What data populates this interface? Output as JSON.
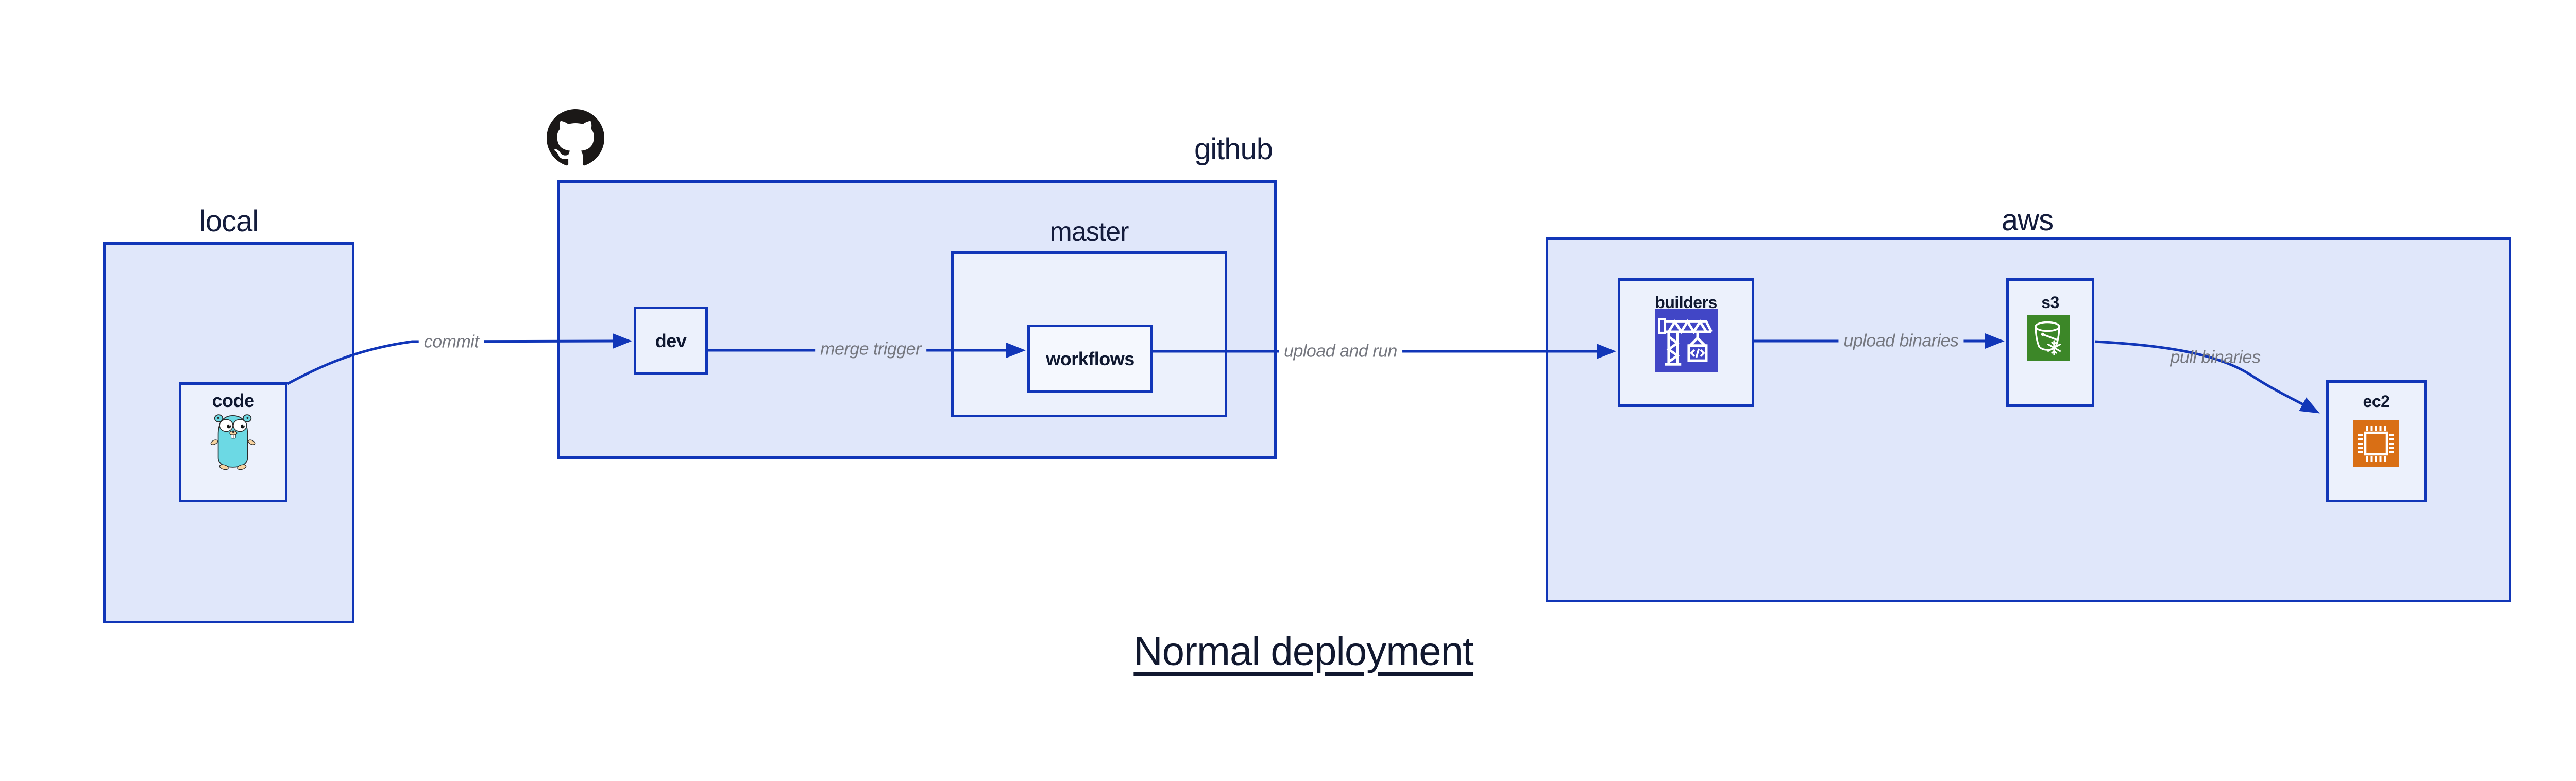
{
  "title": "Normal deployment",
  "containers": {
    "local": {
      "label": "local"
    },
    "github": {
      "label": "github"
    },
    "master": {
      "label": "master"
    },
    "aws": {
      "label": "aws"
    }
  },
  "nodes": {
    "code": {
      "label": "code",
      "icon": "go-gopher-icon"
    },
    "dev": {
      "label": "dev"
    },
    "workflows": {
      "label": "workflows"
    },
    "builders": {
      "label": "builders",
      "icon": "aws-codebuild-icon"
    },
    "s3": {
      "label": "s3",
      "icon": "aws-s3-glacier-icon"
    },
    "ec2": {
      "label": "ec2",
      "icon": "aws-ec2-icon"
    }
  },
  "edges": [
    {
      "from": "code",
      "to": "dev",
      "label": "commit"
    },
    {
      "from": "dev",
      "to": "workflows",
      "label": "merge trigger"
    },
    {
      "from": "workflows",
      "to": "builders",
      "label": "upload and run"
    },
    {
      "from": "builders",
      "to": "s3",
      "label": "upload binaries"
    },
    {
      "from": "s3",
      "to": "ec2",
      "label": "pull binaries"
    }
  ],
  "colors": {
    "line_blue": "#1136b8",
    "container_fill": "#e0e7fa",
    "node_fill": "#ecf1fc",
    "inner_node_fill": "#f5f8fe",
    "dark_text": "#141c3c",
    "edge_label_gray": "#75777f",
    "codebuild_purple": "#4146c6",
    "s3_green": "#3c8728",
    "ec2_orange": "#d96f15",
    "gopher_teal": "#6cd9e4",
    "github_black": "#1b1817"
  }
}
